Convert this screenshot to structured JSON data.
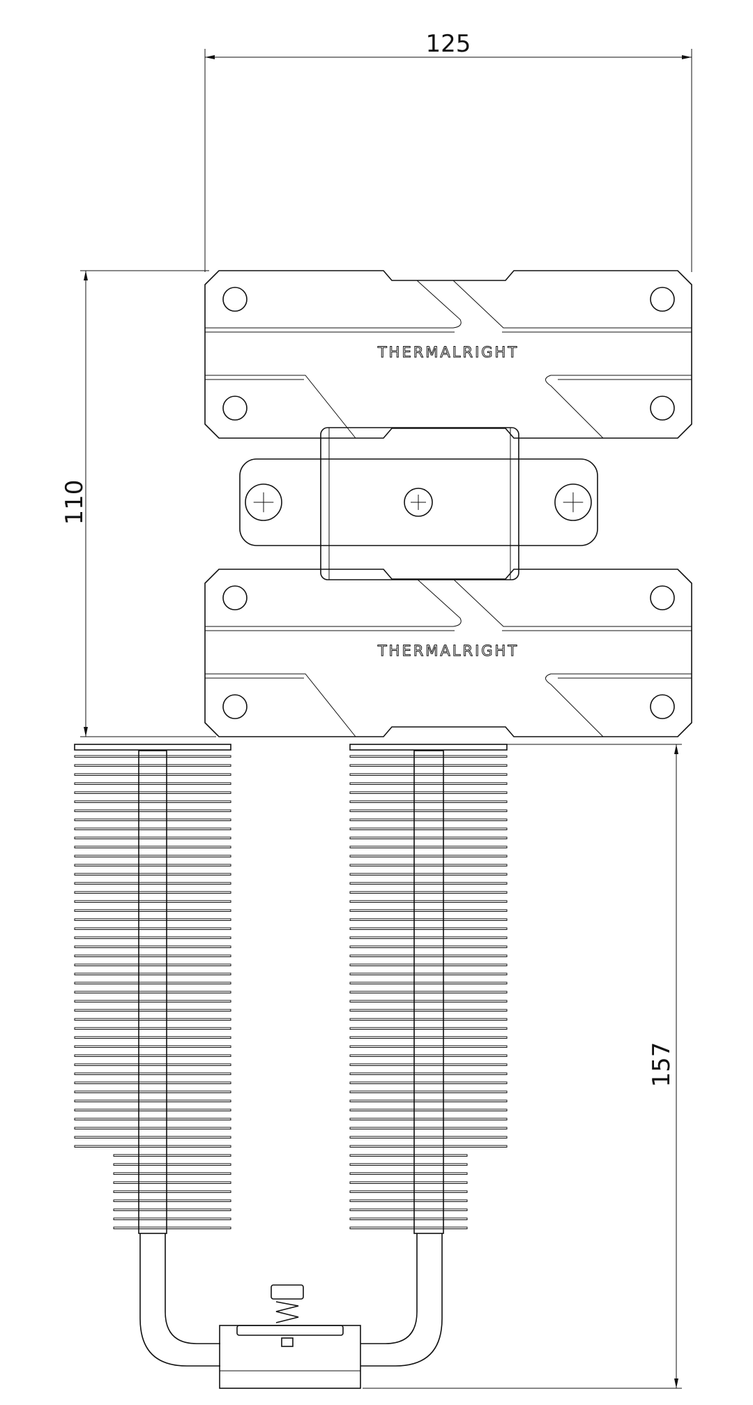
{
  "dimensions": {
    "width_label": "125",
    "depth_label": "110",
    "height_label": "157"
  },
  "top_view": {
    "brand_top": "THERMALRIGHT",
    "brand_bottom": "THERMALRIGHT"
  },
  "colors": {
    "line": "#111111",
    "background": "#ffffff"
  }
}
